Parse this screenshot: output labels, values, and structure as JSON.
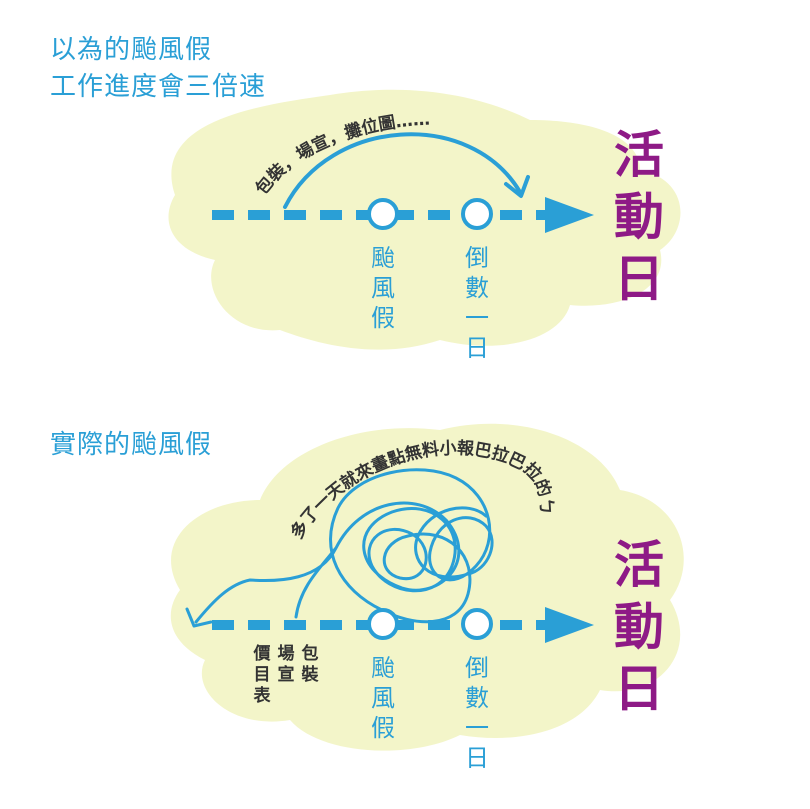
{
  "colors": {
    "blob": "#f3f5c9",
    "blue": "#2a9fd6",
    "purple": "#8e1a86",
    "dark": "#333333"
  },
  "top": {
    "caption_line1": "以為的颱風假",
    "caption_line2": "工作進度會三倍速",
    "arc_text": "包裝，場宣，攤位圖……",
    "node1_label": "颱風假",
    "node2_label": "倒數一日",
    "goal_label": "活動日"
  },
  "bottom": {
    "caption": "實際的颱風假",
    "arc_text": "多了一天就來畫點無料小報巴拉巴拉的ㄅ",
    "tasks": [
      "包裝",
      "場宣",
      "價目表"
    ],
    "node1_label": "颱風假",
    "node2_label": "倒數一日",
    "goal_label": "活動日"
  }
}
